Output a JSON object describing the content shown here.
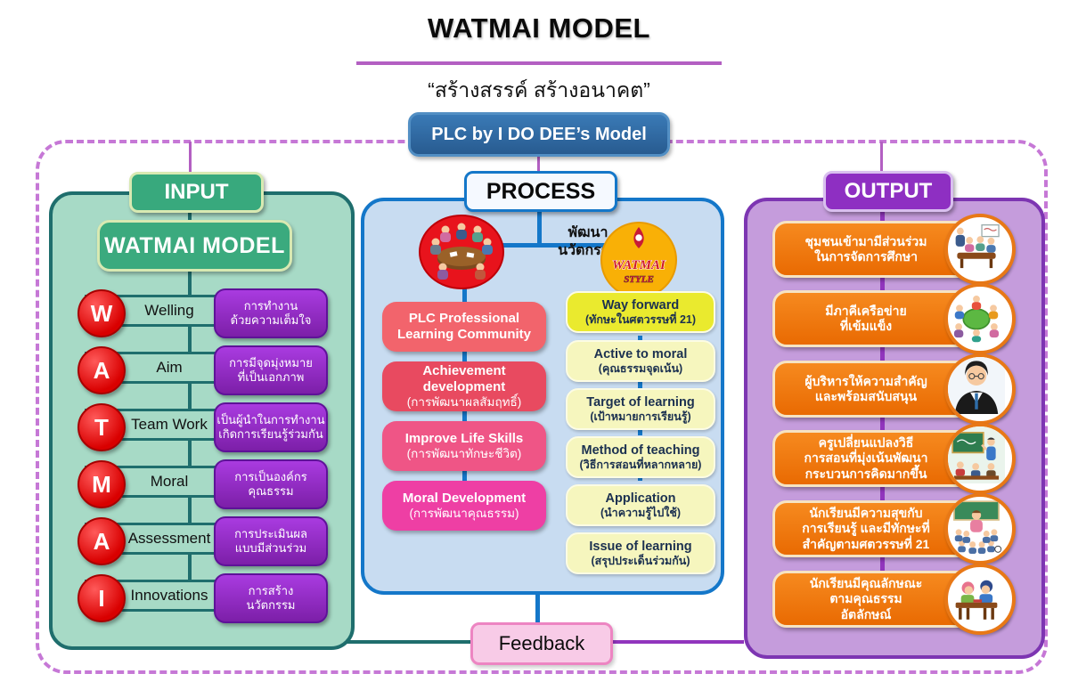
{
  "header": {
    "title": "WATMAI MODEL",
    "subtitle": "“สร้างสรรค์  สร้างอนาคต”",
    "plc_badge": "PLC by I DO DEE’s Model"
  },
  "input": {
    "header": "INPUT",
    "model_title": "WATMAI MODEL",
    "rows": [
      {
        "letter": "W",
        "label": "Welling",
        "desc": "การทำงาน\nด้วยความเต็มใจ"
      },
      {
        "letter": "A",
        "label": "Aim",
        "desc": "การมีจุดมุ่งหมาย\nที่เป็นเอกภาพ"
      },
      {
        "letter": "T",
        "label": "Team Work",
        "desc": "เป็นผู้นำในการทำงาน\nเกิดการเรียนรู้ร่วมกัน"
      },
      {
        "letter": "M",
        "label": "Moral",
        "desc": "การเป็นองค์กร\nคุณธรรม"
      },
      {
        "letter": "A",
        "label": "Assessment",
        "desc": "การประเมินผล\nแบบมีส่วนร่วม"
      },
      {
        "letter": "I",
        "label": "Innovations",
        "desc": "การสร้าง\nนวัตกรรม"
      }
    ]
  },
  "process": {
    "header": "PROCESS",
    "develop_label": "พัฒนา\nนวัตกรรม",
    "logo_line1": "WATMAI",
    "logo_line2": "STYLE",
    "left_steps": [
      {
        "title": "PLC Professional\nLearning Community",
        "subtitle": ""
      },
      {
        "title": "Achievement development",
        "subtitle": "(การพัฒนาผลสัมฤทธิ์)"
      },
      {
        "title": "Improve Life Skills",
        "subtitle": "(การพัฒนาทักษะชีวิต)"
      },
      {
        "title": "Moral Development",
        "subtitle": "(การพัฒนาคุณธรรม)"
      }
    ],
    "right_steps": [
      {
        "title": "Way forward",
        "subtitle": "(ทักษะในศตวรรษที่ 21)"
      },
      {
        "title": "Active to moral",
        "subtitle": "(คุณธรรมจุดเน้น)"
      },
      {
        "title": "Target of learning",
        "subtitle": "(เป้าหมายการเรียนรู้)"
      },
      {
        "title": "Method of teaching",
        "subtitle": "(วิธีการสอนที่หลากหลาย)"
      },
      {
        "title": "Application",
        "subtitle": "(นำความรู้ไปใช้)"
      },
      {
        "title": "Issue of learning",
        "subtitle": "(สรุปประเด็นร่วมกัน)"
      }
    ]
  },
  "output": {
    "header": "OUTPUT",
    "items": [
      {
        "text": "ชุมชนเข้ามามีส่วนร่วม\nในการจัดการศึกษา",
        "icon": "community-meeting-icon"
      },
      {
        "text": "มีภาคีเครือข่าย\nที่เข้มแข็ง",
        "icon": "network-children-icon"
      },
      {
        "text": "ผู้บริหารให้ความสำคัญ\nและพร้อมสนับสนุน",
        "icon": "director-icon"
      },
      {
        "text": "ครูเปลี่ยนแปลงวิธี\nการสอนที่มุ่งเน้นพัฒนา\nกระบวนการคิดมากขึ้น",
        "icon": "teacher-blackboard-icon"
      },
      {
        "text": "นักเรียนมีความสุขกับ\nการเรียนรู้ และมีทักษะที่\nสำคัญตามศตวรรษที่ 21",
        "icon": "happy-classroom-icon"
      },
      {
        "text": "นักเรียนมีคุณลักษณะ\nตามคุณธรรม\nอัตลักษณ์",
        "icon": "students-desk-icon"
      }
    ]
  },
  "feedback": {
    "label": "Feedback"
  },
  "colors": {
    "accent_purple": "#B35FC2",
    "dashed_border": "#C678D6",
    "plc_blue": "#2E6EA9",
    "input_green": "#38A97D",
    "input_panel": "#A7DAC6",
    "teal_border": "#1F6E6D",
    "letter_red": "#E90F0F",
    "input_desc_purple": "#8A2BC9",
    "process_blue": "#1477C9",
    "process_panel": "#C8DCF1",
    "step_red_1": "#F2646C",
    "step_red_2": "#E84A60",
    "step_red_3": "#EF5586",
    "step_red_4": "#EE3FA4",
    "step_yellow_bright": "#EAEA2E",
    "step_yellow_pale": "#F6F6BE",
    "output_purple": "#8E2FC2",
    "output_panel": "#C59CDC",
    "output_orange": "#F07713",
    "feedback_pink": "#F8CBE7",
    "logo_yellow": "#F9B006"
  }
}
